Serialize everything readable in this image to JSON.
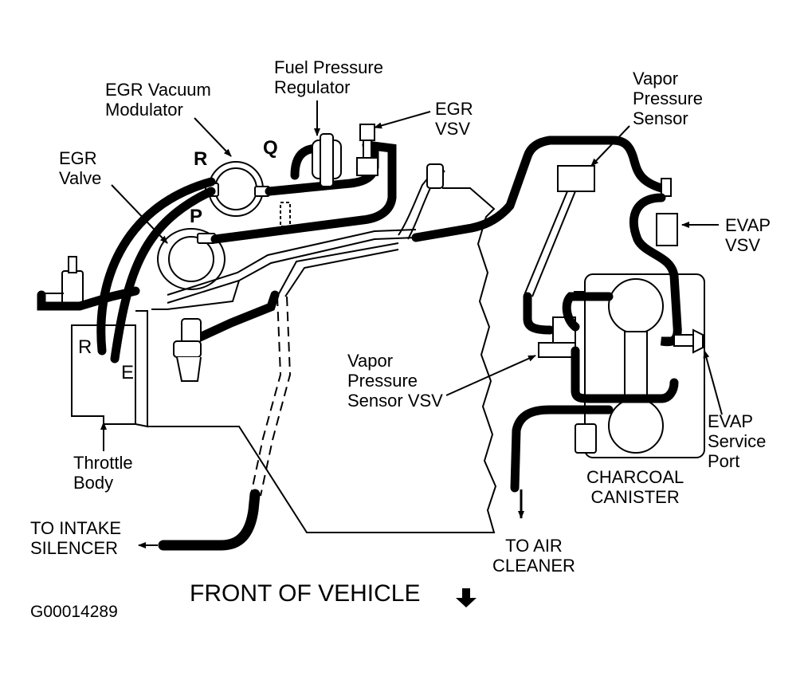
{
  "labels": {
    "fuel_pressure_regulator": [
      "Fuel Pressure",
      "Regulator"
    ],
    "egr_vacuum_modulator": [
      "EGR Vacuum",
      "Modulator"
    ],
    "egr_vsv": [
      "EGR",
      "VSV"
    ],
    "egr_valve": [
      "EGR",
      "Valve"
    ],
    "vapor_pressure_sensor": [
      "Vapor",
      "Pressure",
      "Sensor"
    ],
    "evap_vsv": [
      "EVAP",
      "VSV"
    ],
    "vapor_pressure_sensor_vsv": [
      "Vapor",
      "Pressure",
      "Sensor VSV"
    ],
    "evap_service_port": [
      "EVAP",
      "Service",
      "Port"
    ],
    "throttle_body": [
      "Throttle",
      "Body"
    ],
    "charcoal_canister": [
      "CHARCOAL",
      "CANISTER"
    ],
    "to_intake_silencer": [
      "TO INTAKE",
      "SILENCER"
    ],
    "to_air_cleaner": [
      "TO AIR",
      "CLEANER"
    ]
  },
  "port_letters": {
    "r_top": "R",
    "q": "Q",
    "p": "P",
    "r_throttle": "R",
    "e": "E"
  },
  "footer": {
    "front_of_vehicle": "FRONT OF VEHICLE",
    "figure_code": "G00014289"
  }
}
